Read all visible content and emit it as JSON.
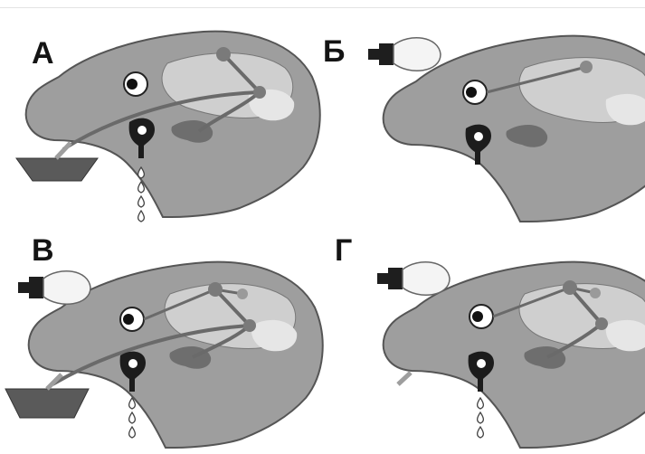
{
  "panels": [
    {
      "id": "a",
      "label": "А",
      "food_bowl": true,
      "light_bulb": false,
      "saliva_drops": true,
      "connections": "food"
    },
    {
      "id": "b",
      "label": "Б",
      "food_bowl": false,
      "light_bulb": true,
      "saliva_drops": false,
      "connections": "light"
    },
    {
      "id": "v",
      "label": "В",
      "food_bowl": true,
      "light_bulb": true,
      "saliva_drops": true,
      "connections": "both"
    },
    {
      "id": "g",
      "label": "Г",
      "food_bowl": false,
      "light_bulb": true,
      "saliva_drops": true,
      "connections": "conditioned"
    }
  ],
  "colors": {
    "head_fill": "#9e9e9e",
    "head_stroke": "#555555",
    "brain_fill": "#cfcfcf",
    "brain_light": "#e4e4e4",
    "nerve": "#6a6a6a",
    "gland": "#6e6e6e",
    "bowl": "#5a5a5a",
    "bulb_glass": "#f4f4f4",
    "bulb_base": "#1e1e1e",
    "drop": "#ffffff"
  }
}
